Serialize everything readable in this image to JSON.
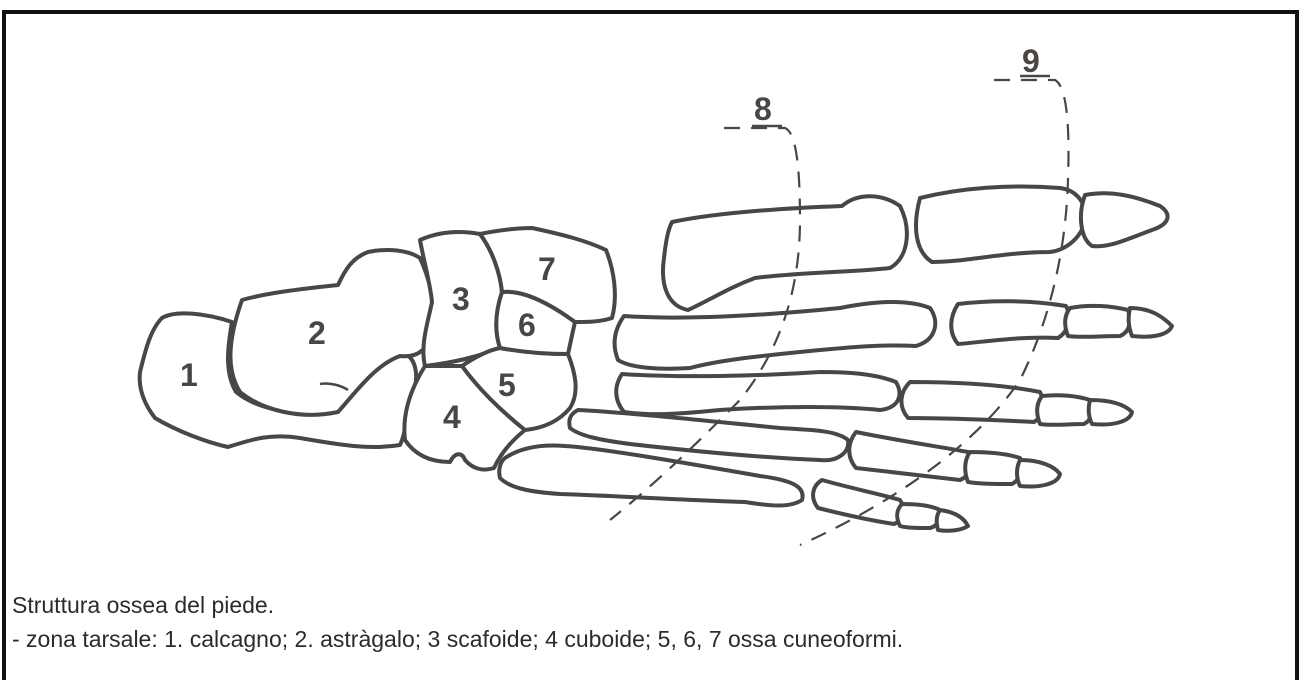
{
  "labels": {
    "n1": "1",
    "n2": "2",
    "n3": "3",
    "n4": "4",
    "n5": "5",
    "n6": "6",
    "n7": "7",
    "n8": "8",
    "n9": "9"
  },
  "caption": {
    "title": "Struttura ossea del piede.",
    "legend": "- zona tarsale: 1. calcagno; 2. astràgalo; 3 scafoide; 4 cuboide; 5, 6, 7 ossa cuneoformi."
  },
  "colors": {
    "line": "#4a4644",
    "frame": "#111111",
    "text": "#2b2b2b"
  }
}
